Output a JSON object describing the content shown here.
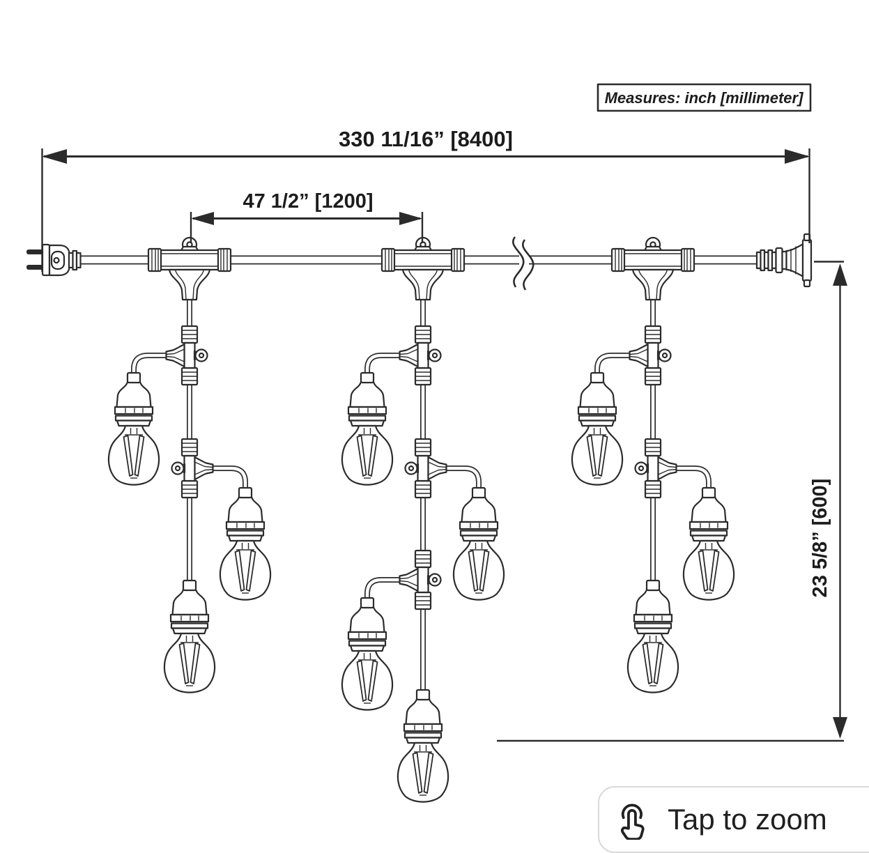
{
  "legend": {
    "measures_note": "Measures: inch [millimeter]"
  },
  "dimensions": {
    "total_length": "330 11/16” [8400]",
    "bulb_spacing": "47 1/2” [1200]",
    "drop_height": "23 5/8” [600]"
  },
  "zoom_button": {
    "label": "Tap to zoom",
    "icon": "tap-icon"
  },
  "structure": {
    "drop_count": 3,
    "bulbs_per_drop": [
      3,
      4,
      3
    ],
    "total_bulbs": 10,
    "left_end": "two-prong plug",
    "right_end": "female socket connector",
    "cable_break_symbol": true
  },
  "colors": {
    "line": "#2b2b2b",
    "label_text": "#1c1c1c",
    "background": "#ffffff",
    "zoom_card_border": "#d9d9d9",
    "zoom_card_text": "#202020"
  }
}
